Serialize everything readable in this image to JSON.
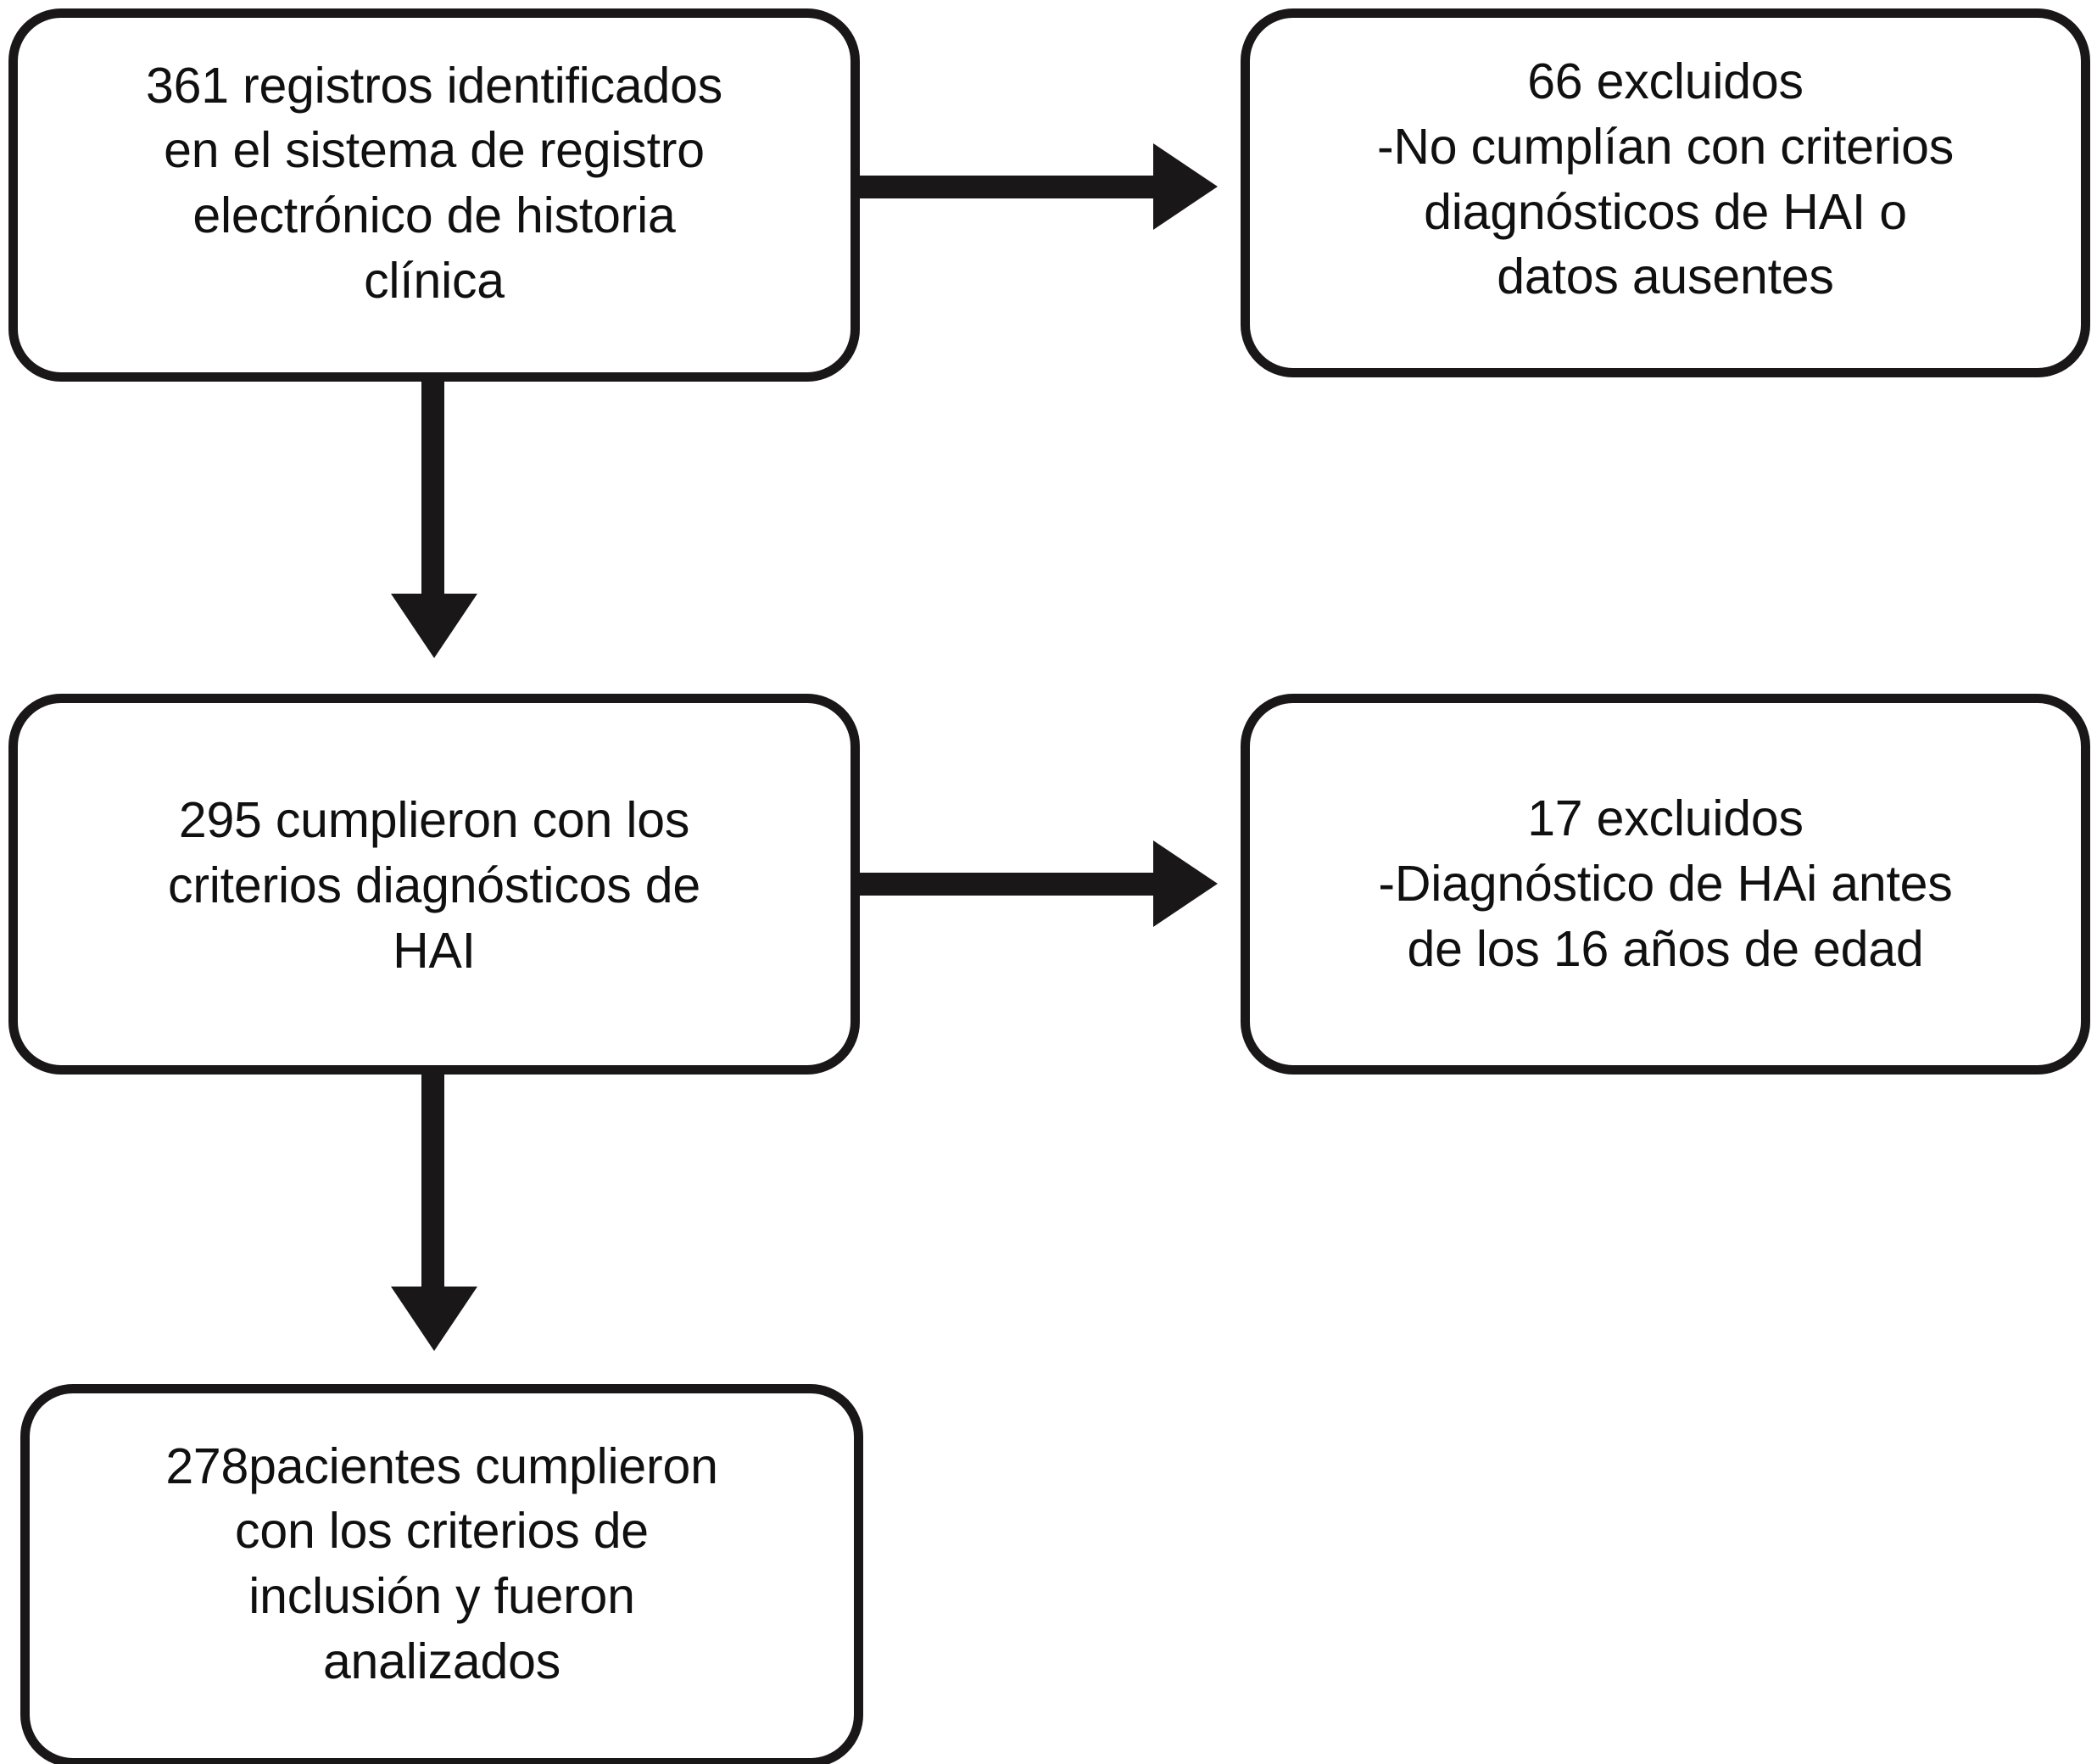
{
  "figure": {
    "type": "flowchart",
    "orientation": "top-to-bottom with lateral exclusion branches",
    "language": "es",
    "colors": {
      "stroke": "#1a1718",
      "fill": "#ffffff",
      "text": "#111011"
    }
  },
  "nodes": {
    "identified": {
      "id": "identified",
      "count": "361",
      "text": "361 registros identificados\nen el sistema de registro\nelectrónico de historia\nclínica",
      "lines": [
        "361 registros identificados",
        "en el sistema de registro",
        "electrónico de historia",
        "clínica"
      ]
    },
    "excluded_1": {
      "id": "excluded-1",
      "count": "66",
      "text": "66 excluidos\n-No cumplían con criterios\ndiagnósticos de HAI o\ndatos ausentes",
      "lines": [
        "66 excluidos",
        "-No cumplían con criterios",
        "diagnósticos de HAI o",
        "datos ausentes"
      ]
    },
    "criteria": {
      "id": "criteria",
      "count": "295",
      "text": "295 cumplieron con los\ncriterios diagnósticos de\nHAI",
      "lines": [
        "295 cumplieron con los",
        "criterios diagnósticos de",
        "HAI"
      ]
    },
    "excluded_2": {
      "id": "excluded-2",
      "count": "17",
      "text": "17 excluidos\n-Diagnóstico de HAi antes\nde los 16 años de edad",
      "lines": [
        "17 excluidos",
        "-Diagnóstico de HAi antes",
        "de los 16 años de edad"
      ]
    },
    "analyzed": {
      "id": "analyzed",
      "count": "278",
      "text": "278pacientes cumplieron\ncon los criterios de\ninclusión y fueron\nanalizados",
      "lines": [
        "278pacientes cumplieron",
        "con los criterios de",
        "inclusión y fueron",
        "analizados"
      ]
    }
  },
  "edges": [
    {
      "id": "identified-excluded",
      "from": "identified",
      "to": "excluded_1",
      "direction": "right",
      "label": ""
    },
    {
      "id": "identified-criteria",
      "from": "identified",
      "to": "criteria",
      "direction": "down",
      "label": ""
    },
    {
      "id": "criteria-excluded",
      "from": "criteria",
      "to": "excluded_2",
      "direction": "right",
      "label": ""
    },
    {
      "id": "criteria-analyzed",
      "from": "criteria",
      "to": "analyzed",
      "direction": "down",
      "label": ""
    }
  ]
}
